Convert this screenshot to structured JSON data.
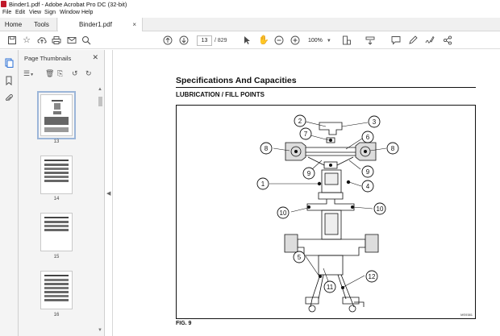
{
  "window": {
    "title": "Binder1.pdf - Adobe Acrobat Pro DC (32-bit)"
  },
  "menu": [
    "File",
    "Edit",
    "View",
    "Sign",
    "Window",
    "Help"
  ],
  "tabs": {
    "home": "Home",
    "tools": "Tools",
    "document": "Binder1.pdf",
    "close": "×"
  },
  "toolbar": {
    "page_current": "13",
    "page_total": "/ 829",
    "zoom": "100%"
  },
  "panel": {
    "title": "Page Thumbnails",
    "thumbnails": [
      {
        "page": "13",
        "selected": true
      },
      {
        "page": "14",
        "selected": false
      },
      {
        "page": "15",
        "selected": false
      },
      {
        "page": "16",
        "selected": false
      }
    ]
  },
  "document": {
    "heading": "Specifications And Capacities",
    "subheading": "LUBRICATION / FILL POINTS",
    "figure_caption": "FIG. 9",
    "figure_code": "MS9381",
    "callouts": [
      "1",
      "2",
      "3",
      "4",
      "5",
      "6",
      "7",
      "8",
      "8",
      "9",
      "9",
      "10",
      "10",
      "11",
      "12"
    ]
  },
  "colors": {
    "accent": "#c0182a",
    "selection": "#9cb6d9"
  }
}
